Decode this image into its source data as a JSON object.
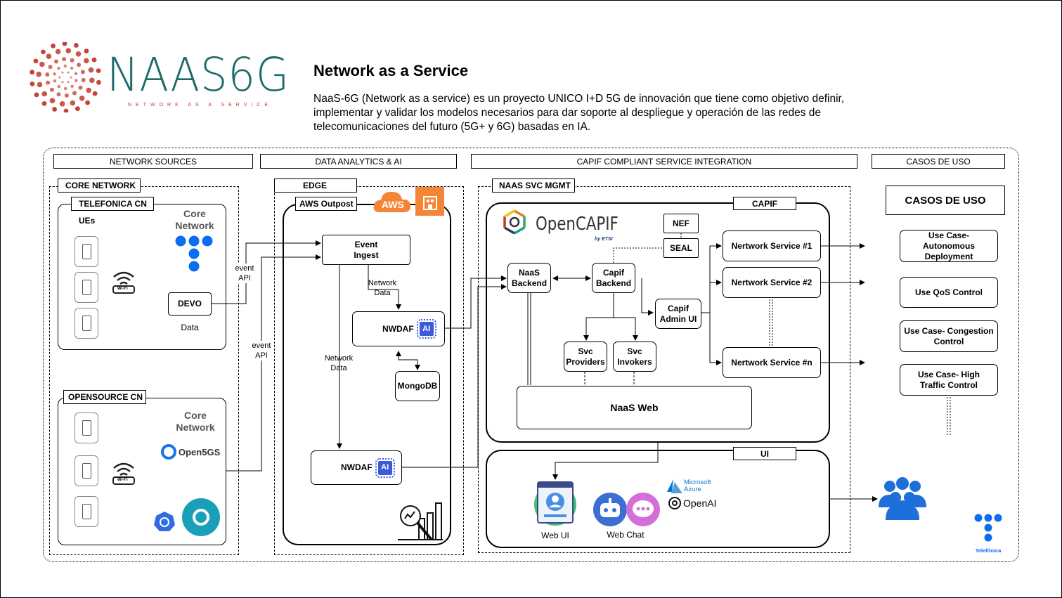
{
  "header": {
    "logo_text": "NAAS6G",
    "logo_subtitle": "NETWORK AS A SERVICE",
    "title": "Network as a Service",
    "description": "NaaS-6G (Network as a service) es un proyecto UNICO I+D 5G de innovación que tiene como objetivo definir, implementar y validar los modelos necesarios para dar soporte al despliegue y operación de las redes de telecomunicaciones del futuro (5G+ y 6G) basadas en IA."
  },
  "sections": {
    "network_sources": "NETWORK SOURCES",
    "data_analytics": "DATA ANALYTICS & AI",
    "capif_integration": "CAPIF COMPLIANT SERVICE INTEGRATION",
    "casos_de_uso": "CASOS DE USO"
  },
  "network_sources": {
    "core_network_tag": "CORE NETWORK",
    "telefonica_cn": "TELEFONICA CN",
    "ues": "UEs",
    "core_network_label": "Core Network",
    "devo": "DEVO",
    "data": "Data",
    "event_api_1": "event API",
    "event_api_2": "event API",
    "opensource_cn": "OPENSOURCE CN",
    "core_network_label_2": "Core Network",
    "open5gs": "Open5GS",
    "wifi": "Wi-Fi"
  },
  "edge": {
    "tag": "EDGE",
    "aws_outpost": "AWS Outpost",
    "aws": "AWS",
    "event_ingest": "Event Ingest",
    "network_data_1": "Network Data",
    "network_data_2": "Network Data",
    "nwdaf_1": "NWDAF",
    "nwdaf_2": "NWDAF",
    "ai": "AI",
    "mongodb": "MongoDB"
  },
  "naas_mgmt": {
    "tag": "NAAS SVC MGMT",
    "capif_tag": "CAPIF",
    "opencapif": "OpenCAPIF",
    "by_etsi": "by ETSI",
    "nef": "NEF",
    "seal": "SEAL",
    "naas_backend": "NaaS Backend",
    "capif_backend": "Capif Backend",
    "capif_admin_ui": "Capif Admin UI",
    "svc_providers": "Svc Providers",
    "svc_invokers": "Svc Invokers",
    "naas_web": "NaaS Web",
    "ns1": "Nertwork Service #1",
    "ns2": "Nertwork Service #2",
    "nsn": "Nertwork Service #n",
    "ui_tag": "UI",
    "web_ui": "Web UI",
    "web_chat": "Web Chat",
    "microsoft_azure": "Microsoft Azure",
    "openai": "OpenAI"
  },
  "use_cases": {
    "title": "CASOS DE USO",
    "items": [
      "Use Case- Autonomous Deployment",
      "Use QoS Control",
      "Use Case- Congestion Control",
      "Use Case- High Traffic Control"
    ]
  },
  "footer": {
    "telefonica": "Telefónica"
  },
  "colors": {
    "logo_teal": "#1d6b6b",
    "logo_red": "#c0392b",
    "telefonica_blue": "#0b6cf4",
    "aws_orange": "#f58536",
    "ai_blue": "#3b5bdb"
  }
}
